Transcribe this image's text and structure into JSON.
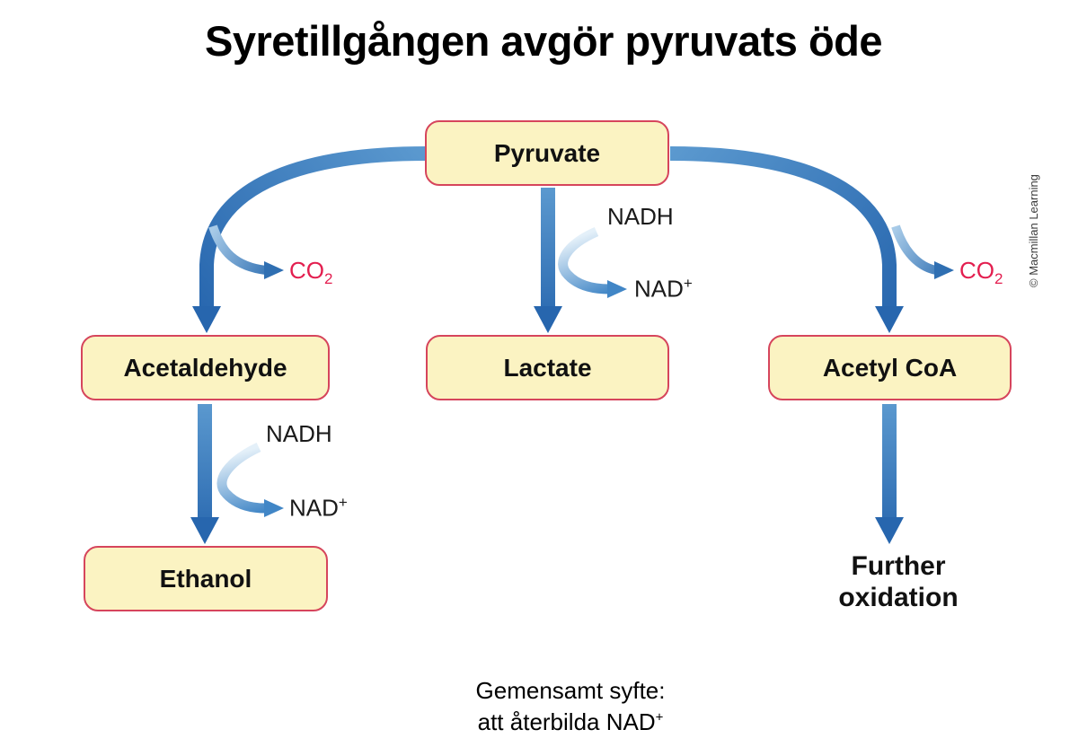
{
  "title": "Syretillgången avgör pyruvats öde",
  "credit": "© Macmillan Learning",
  "nodes": {
    "pyruvate": "Pyruvate",
    "acetaldehyde": "Acetaldehyde",
    "lactate": "Lactate",
    "acetyl_coa": "Acetyl CoA",
    "ethanol": "Ethanol",
    "further_line1": "Further",
    "further_line2": "oxidation"
  },
  "labels": {
    "nadh": "NADH",
    "nad": "NAD",
    "plus": "+",
    "co": "CO",
    "sub2": "2"
  },
  "caption": {
    "line1": "Gemensamt syfte:",
    "line2": "att återbilda NAD",
    "line2_sup": "+"
  },
  "colors": {
    "box_fill": "#FBF3C2",
    "box_border": "#D6455C",
    "arrow_dark": "#2766AE",
    "arrow_light": "#5B99CF",
    "swoosh_light": "#E4F0F9",
    "swoosh_dark": "#4186C6",
    "co2_red": "#E31E4F"
  }
}
